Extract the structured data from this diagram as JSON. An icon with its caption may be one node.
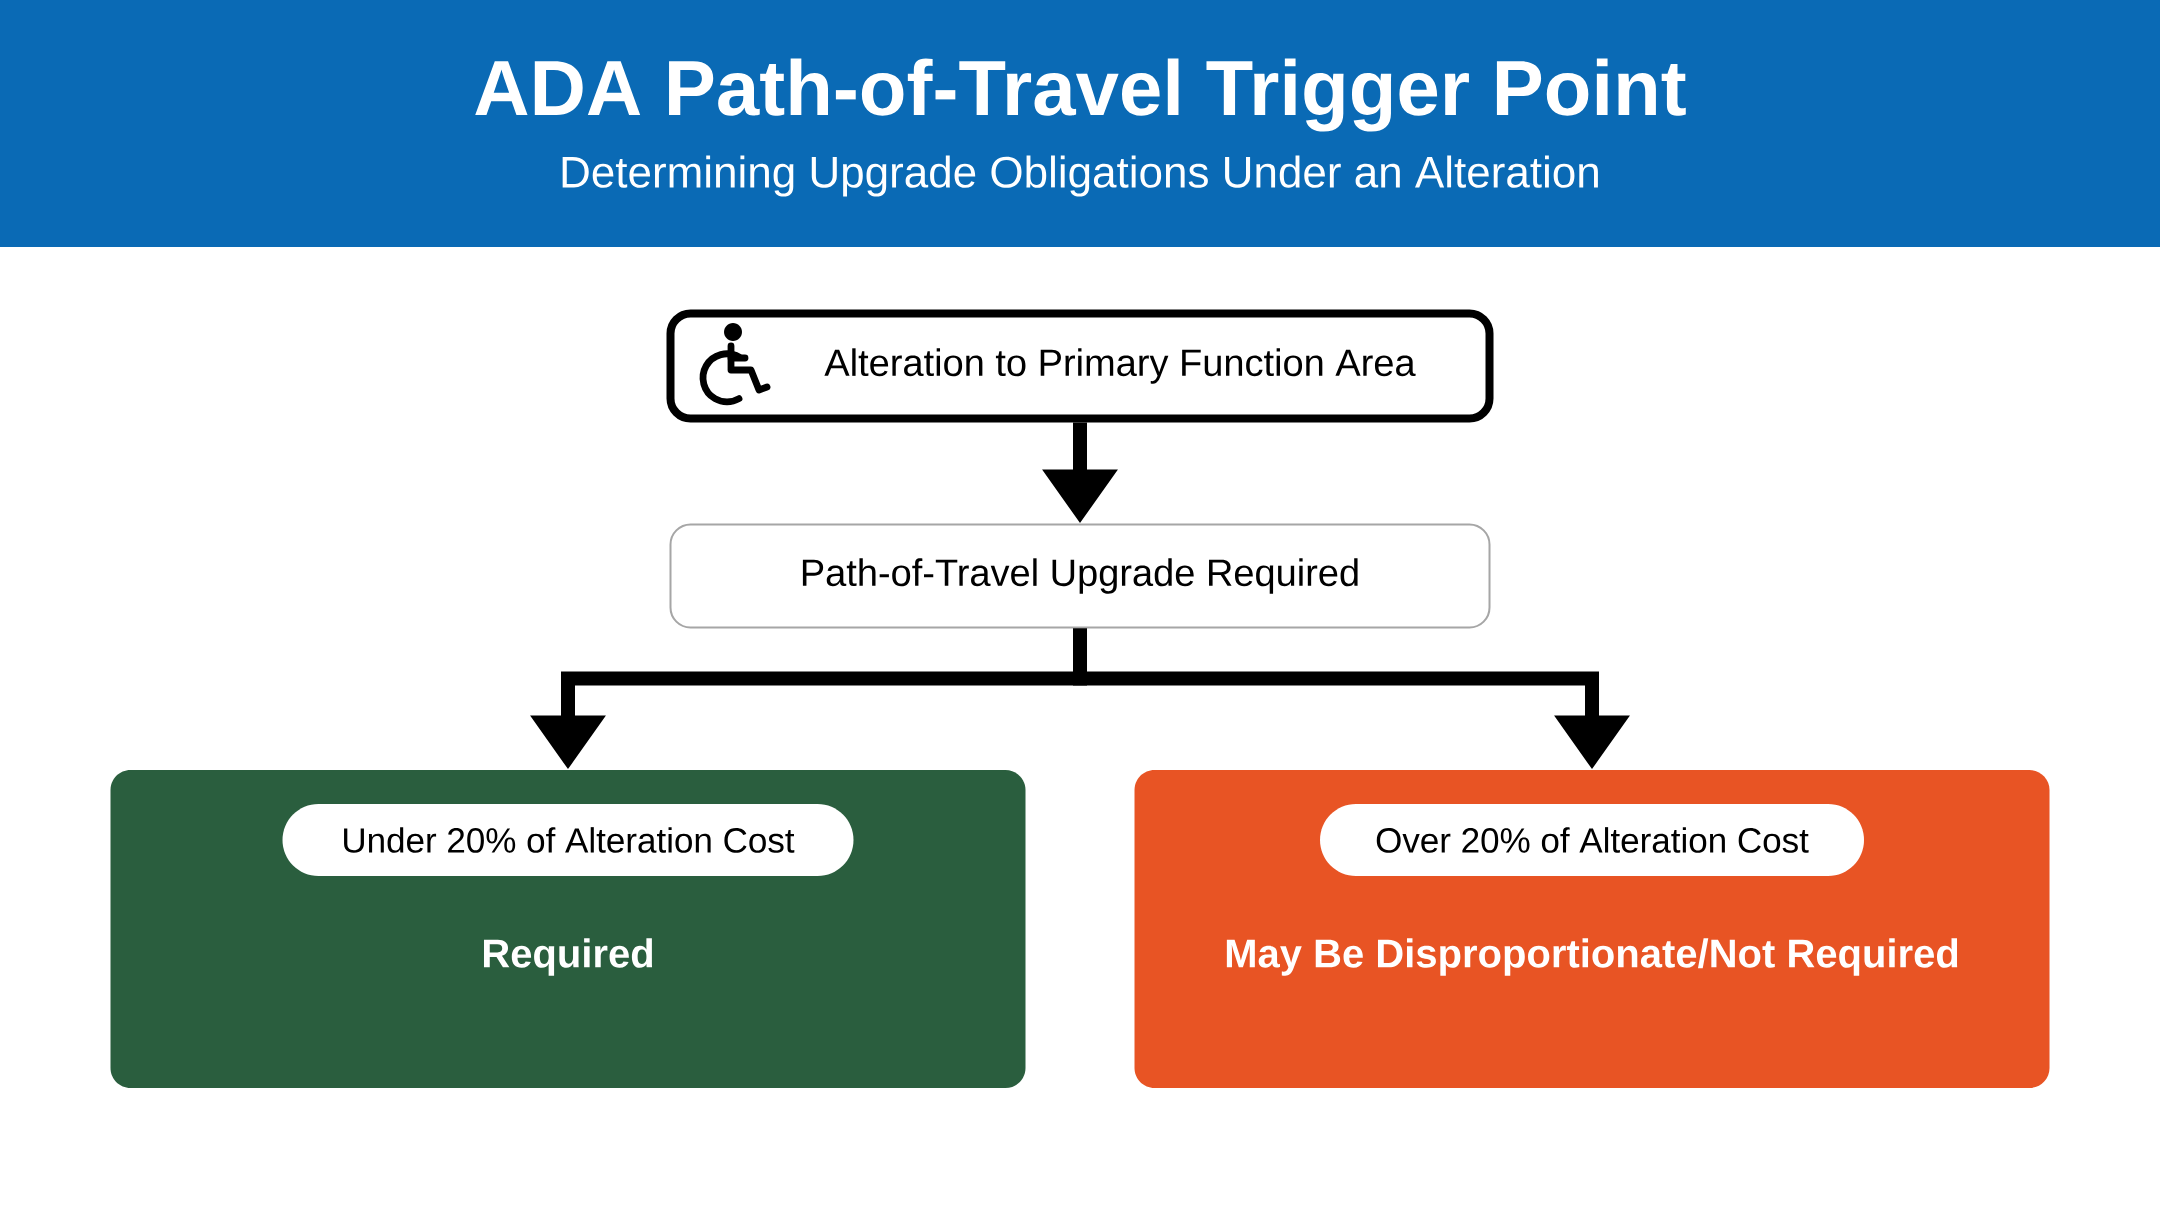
{
  "diagram": {
    "title": "ADA Path-of-Travel Trigger Point",
    "caption": "Determining Upgrade Obligations Under an Alteration",
    "nodes": [
      {
        "text": [
          "Alteration to Primary Function Area"
        ]
      },
      {
        "text": [
          "Path-of-Travel Upgrade Required"
        ]
      },
      {
        "text": [
          "Required"
        ]
      },
      {
        "text": [
          "Under 20% of Alteration Cost"
        ],
        "in": 2
      },
      {
        "text": [
          "May Be Disproportionate/Not Required"
        ]
      },
      {
        "text": [
          "Over 20% of Alteration Cost"
        ],
        "in": 4
      }
    ],
    "edges": [
      {
        "from": 0,
        "to": 1,
        "arrow": "to"
      },
      {
        "from": 1,
        "to": 2,
        "arrow": "to"
      },
      {
        "from": 1,
        "to": 4,
        "arrow": "to"
      }
    ]
  }
}
